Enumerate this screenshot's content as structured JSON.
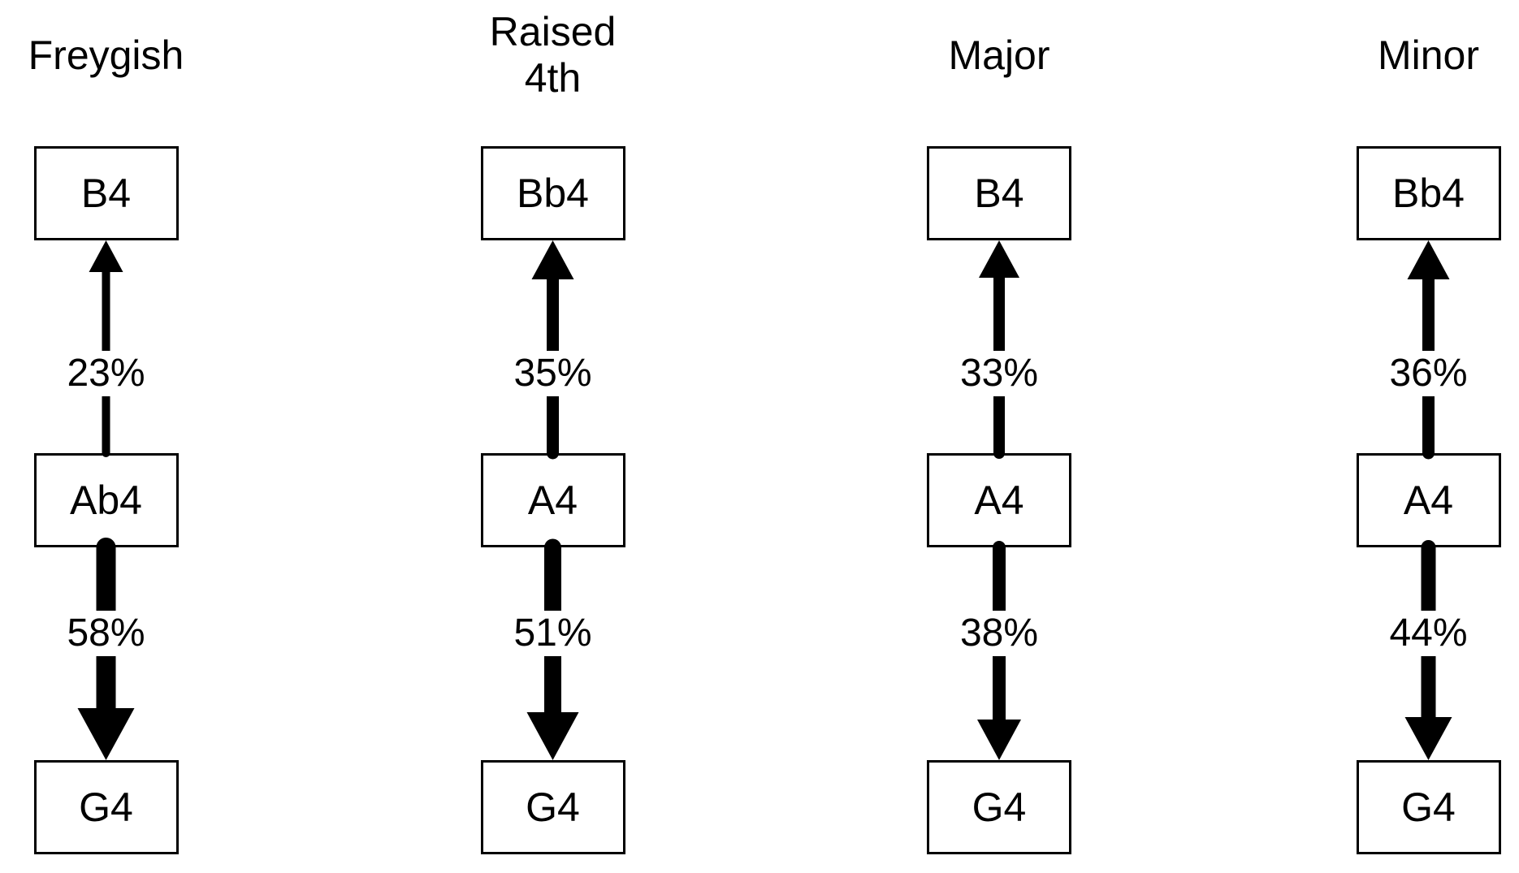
{
  "figure": {
    "background": "#ffffff",
    "ink": "#000000",
    "columns": [
      {
        "id": "freygish",
        "title": "Freygish",
        "nodes": {
          "top": "B4",
          "middle": "Ab4",
          "bottom": "G4"
        },
        "arrows": {
          "up": {
            "from": "Ab4",
            "to": "B4",
            "label": "23%",
            "percent": 23
          },
          "down": {
            "from": "Ab4",
            "to": "G4",
            "label": "58%",
            "percent": 58
          }
        }
      },
      {
        "id": "raised-4th",
        "title": "Raised\n4th",
        "nodes": {
          "top": "Bb4",
          "middle": "A4",
          "bottom": "G4"
        },
        "arrows": {
          "up": {
            "from": "A4",
            "to": "Bb4",
            "label": "35%",
            "percent": 35
          },
          "down": {
            "from": "A4",
            "to": "G4",
            "label": "51%",
            "percent": 51
          }
        }
      },
      {
        "id": "major",
        "title": "Major",
        "nodes": {
          "top": "B4",
          "middle": "A4",
          "bottom": "G4"
        },
        "arrows": {
          "up": {
            "from": "A4",
            "to": "B4",
            "label": "33%",
            "percent": 33
          },
          "down": {
            "from": "A4",
            "to": "G4",
            "label": "38%",
            "percent": 38
          }
        }
      },
      {
        "id": "minor",
        "title": "Minor",
        "nodes": {
          "top": "Bb4",
          "middle": "A4",
          "bottom": "G4"
        },
        "arrows": {
          "up": {
            "from": "A4",
            "to": "Bb4",
            "label": "36%",
            "percent": 36
          },
          "down": {
            "from": "A4",
            "to": "G4",
            "label": "44%",
            "percent": 44
          }
        }
      }
    ]
  }
}
